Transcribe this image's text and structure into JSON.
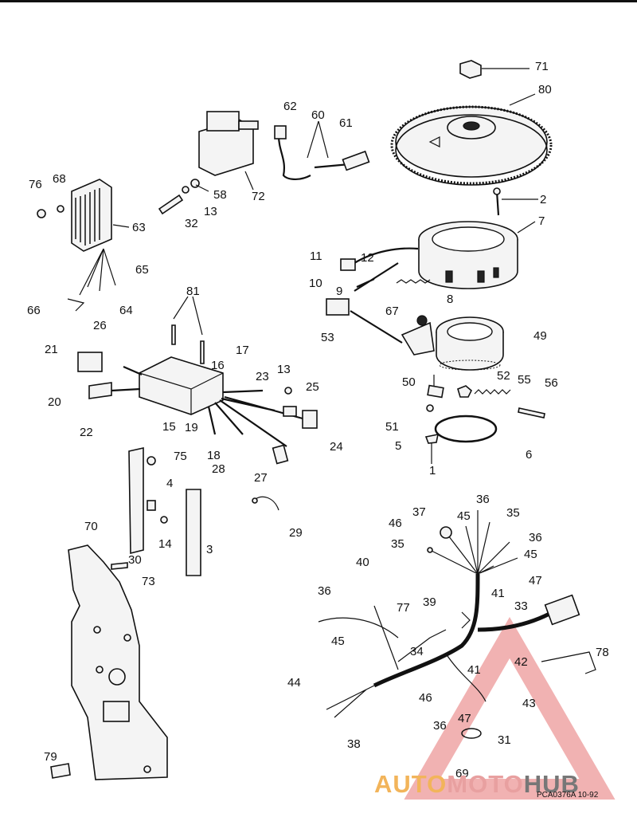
{
  "watermark": {
    "part1": "AUTO",
    "part2": "MOTO",
    "part3": "HUB"
  },
  "drawing_code": "PCA0376A 10-92",
  "callouts": [
    {
      "id": "n71",
      "text": "71"
    },
    {
      "id": "n80",
      "text": "80"
    },
    {
      "id": "n62",
      "text": "62"
    },
    {
      "id": "n60",
      "text": "60"
    },
    {
      "id": "n61",
      "text": "61"
    },
    {
      "id": "n76",
      "text": "76"
    },
    {
      "id": "n68",
      "text": "68"
    },
    {
      "id": "n58",
      "text": "58"
    },
    {
      "id": "n72",
      "text": "72"
    },
    {
      "id": "n13a",
      "text": "13"
    },
    {
      "id": "n32",
      "text": "32"
    },
    {
      "id": "n63",
      "text": "63"
    },
    {
      "id": "n2",
      "text": "2"
    },
    {
      "id": "n7",
      "text": "7"
    },
    {
      "id": "n65",
      "text": "65"
    },
    {
      "id": "n11",
      "text": "11"
    },
    {
      "id": "n12",
      "text": "12"
    },
    {
      "id": "n10",
      "text": "10"
    },
    {
      "id": "n9",
      "text": "9"
    },
    {
      "id": "n8",
      "text": "8"
    },
    {
      "id": "n66",
      "text": "66"
    },
    {
      "id": "n64",
      "text": "64"
    },
    {
      "id": "n81",
      "text": "81"
    },
    {
      "id": "n67",
      "text": "67"
    },
    {
      "id": "n53",
      "text": "53"
    },
    {
      "id": "n49",
      "text": "49"
    },
    {
      "id": "n26",
      "text": "26"
    },
    {
      "id": "n17",
      "text": "17"
    },
    {
      "id": "n21",
      "text": "21"
    },
    {
      "id": "n16",
      "text": "16"
    },
    {
      "id": "n13b",
      "text": "13"
    },
    {
      "id": "n23",
      "text": "23"
    },
    {
      "id": "n25",
      "text": "25"
    },
    {
      "id": "n50",
      "text": "50"
    },
    {
      "id": "n52",
      "text": "52"
    },
    {
      "id": "n55",
      "text": "55"
    },
    {
      "id": "n56",
      "text": "56"
    },
    {
      "id": "n20",
      "text": "20"
    },
    {
      "id": "n15",
      "text": "15"
    },
    {
      "id": "n19",
      "text": "19"
    },
    {
      "id": "n22",
      "text": "22"
    },
    {
      "id": "n51",
      "text": "51"
    },
    {
      "id": "n18",
      "text": "18"
    },
    {
      "id": "n28",
      "text": "28"
    },
    {
      "id": "n24",
      "text": "24"
    },
    {
      "id": "n5",
      "text": "5"
    },
    {
      "id": "n6",
      "text": "6"
    },
    {
      "id": "n1",
      "text": "1"
    },
    {
      "id": "n27",
      "text": "27"
    },
    {
      "id": "n75",
      "text": "75"
    },
    {
      "id": "n4",
      "text": "4"
    },
    {
      "id": "n29",
      "text": "29"
    },
    {
      "id": "n14",
      "text": "14"
    },
    {
      "id": "n70",
      "text": "70"
    },
    {
      "id": "n3",
      "text": "3"
    },
    {
      "id": "n30",
      "text": "30"
    },
    {
      "id": "n73",
      "text": "73"
    },
    {
      "id": "n37",
      "text": "37"
    },
    {
      "id": "n36a",
      "text": "36"
    },
    {
      "id": "n45a",
      "text": "45"
    },
    {
      "id": "n35a",
      "text": "35"
    },
    {
      "id": "n46a",
      "text": "46"
    },
    {
      "id": "n36b",
      "text": "36"
    },
    {
      "id": "n35b",
      "text": "35"
    },
    {
      "id": "n45b",
      "text": "45"
    },
    {
      "id": "n47a",
      "text": "47"
    },
    {
      "id": "n41a",
      "text": "41"
    },
    {
      "id": "n40",
      "text": "40"
    },
    {
      "id": "n36c",
      "text": "36"
    },
    {
      "id": "n39",
      "text": "39"
    },
    {
      "id": "n33",
      "text": "33"
    },
    {
      "id": "n77",
      "text": "77"
    },
    {
      "id": "n45c",
      "text": "45"
    },
    {
      "id": "n78",
      "text": "78"
    },
    {
      "id": "n34",
      "text": "34"
    },
    {
      "id": "n42",
      "text": "42"
    },
    {
      "id": "n44",
      "text": "44"
    },
    {
      "id": "n41b",
      "text": "41"
    },
    {
      "id": "n46b",
      "text": "46"
    },
    {
      "id": "n43",
      "text": "43"
    },
    {
      "id": "n47b",
      "text": "47"
    },
    {
      "id": "n36d",
      "text": "36"
    },
    {
      "id": "n31",
      "text": "31"
    },
    {
      "id": "n38",
      "text": "38"
    },
    {
      "id": "n79",
      "text": "79"
    },
    {
      "id": "n69",
      "text": "69"
    }
  ]
}
